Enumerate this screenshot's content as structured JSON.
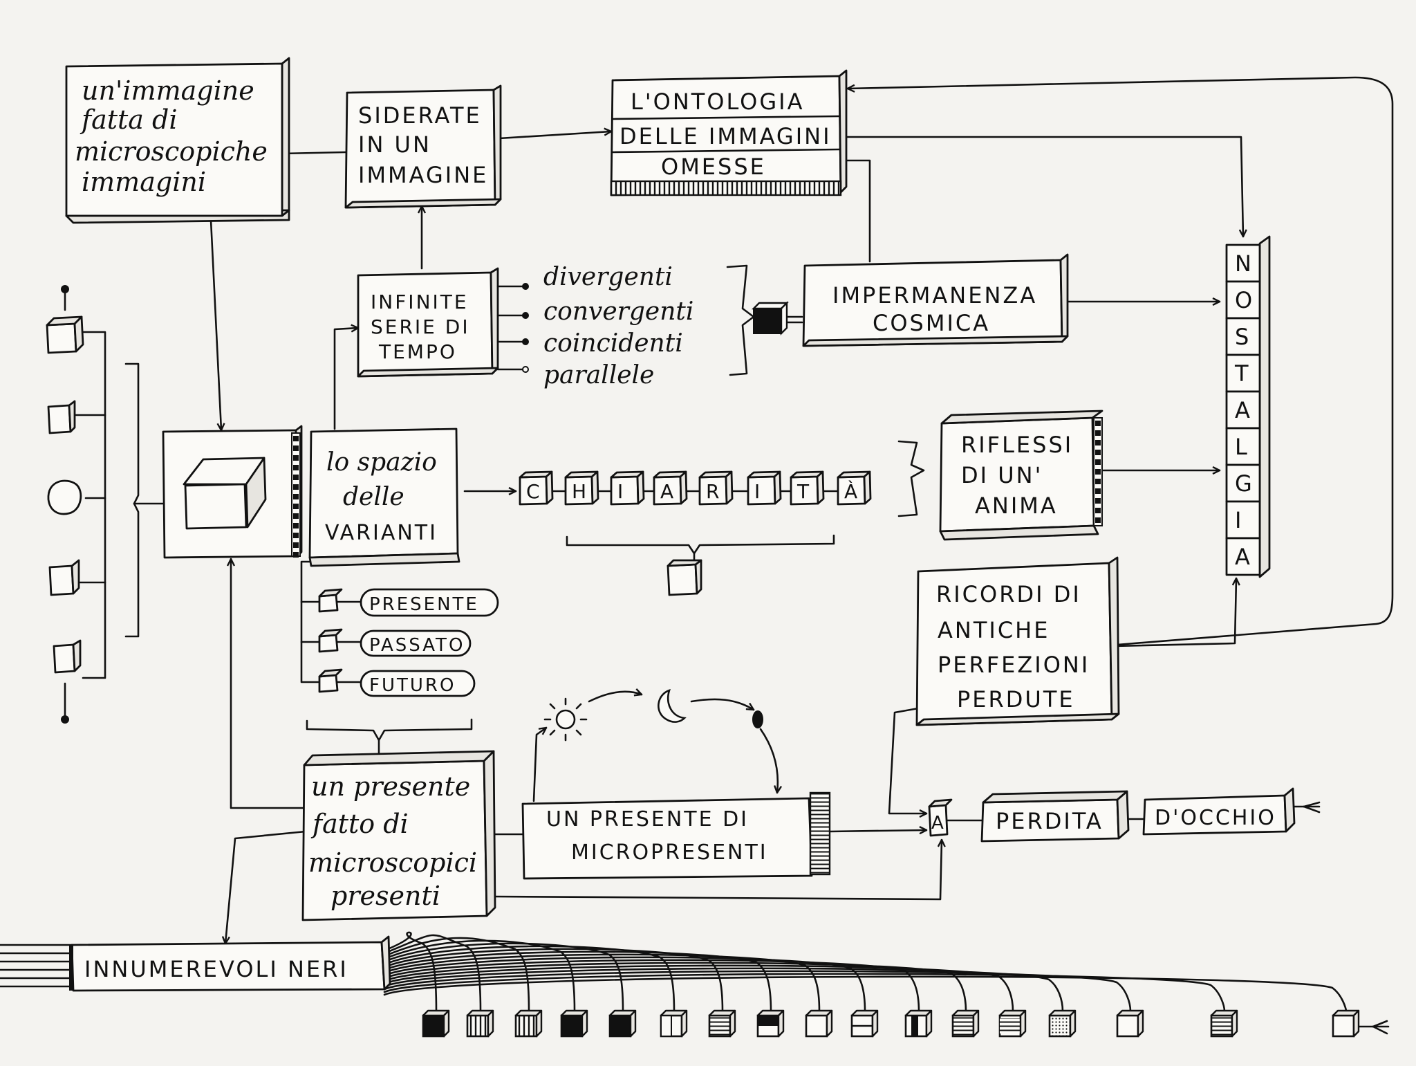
{
  "nodes": {
    "immagine_micro": [
      "un'immagine",
      "fatta di",
      "microscopiche",
      "immagini"
    ],
    "siderate": [
      "SIDERATE",
      "IN UN",
      "IMMAGINE"
    ],
    "ontologia": [
      "L'ONTOLOGIA",
      "DELLE IMMAGINI",
      "OMESSE"
    ],
    "infinite_serie": [
      "INFINITE",
      "SERIE DI",
      "TEMPO"
    ],
    "tempo_tipi": [
      "divergenti",
      "convergenti",
      "coincidenti",
      "parallele"
    ],
    "impermanenza": [
      "IMPERMANENZA",
      "COSMICA"
    ],
    "nostalgia_letters": [
      "N",
      "O",
      "S",
      "T",
      "A",
      "L",
      "G",
      "I",
      "A"
    ],
    "spazio_varianti": [
      "lo spazio",
      "delle",
      "VARIANTI"
    ],
    "chiarita_letters": [
      "C",
      "H",
      "I",
      "A",
      "R",
      "I",
      "T",
      "À"
    ],
    "riflessi": [
      "RIFLESSI",
      "DI UN'",
      "ANIMA"
    ],
    "ricordi": [
      "RICORDI DI",
      "ANTICHE",
      "PERFEZIONI",
      "PERDUTE"
    ],
    "tempi": [
      "PRESENTE",
      "PASSATO",
      "FUTURO"
    ],
    "presente_micro": [
      "un presente",
      "fatto di",
      "microscopici",
      "presenti"
    ],
    "micropresenti": [
      "UN PRESENTE DI",
      "MICROPRESENTI"
    ],
    "a_letter": "A",
    "perdita": "PERDITA",
    "occhio": "D'OCCHIO",
    "neri": "INNUMEREVOLI NERI"
  },
  "icons": {
    "sun": "sun-icon",
    "moon": "crescent-moon-icon",
    "new_moon": "new-moon-icon",
    "black_cube": "black-cube-icon",
    "cube": "cube-icon",
    "box": "open-box-icon",
    "fork": "fork-end-icon"
  },
  "colors": {
    "ink": "#111111",
    "paper": "#f4f3f0",
    "box_fill": "#fbfaf7",
    "box_side": "#e7e5e0"
  }
}
